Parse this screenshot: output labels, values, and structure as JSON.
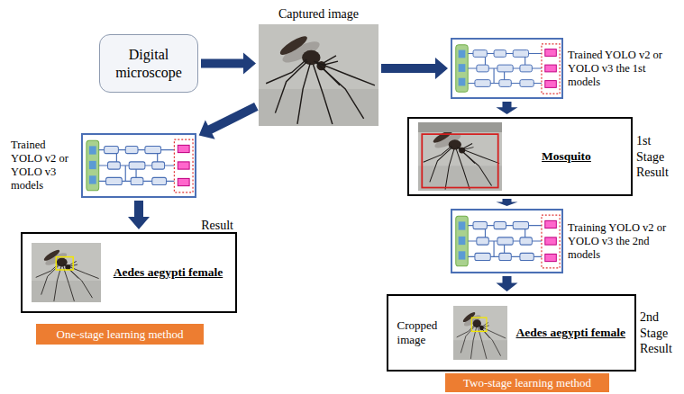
{
  "diagram": {
    "nodes": [
      {
        "text": [
          "Digital microscope"
        ]
      },
      {
        "text": [
          "Captured image"
        ]
      },
      {
        "text": [
          "Trained YOLO v2 or YOLO v3 the 1st models"
        ]
      },
      {
        "text": [
          "Trained YOLO v2 or YOLO v3 models"
        ]
      },
      {
        "text": [
          "Result",
          "Aedes aegypti female"
        ]
      },
      {
        "text": [
          "One-stage learning method"
        ]
      },
      {
        "text": [
          "Mosquito",
          "1st Stage Result"
        ]
      },
      {
        "text": [
          "Training YOLO v2 or YOLO v3 the 2nd models"
        ]
      },
      {
        "text": [
          "Cropped image",
          "Aedes aegypti female",
          "2nd Stage Result"
        ]
      },
      {
        "text": [
          "Two-stage learning method"
        ]
      }
    ],
    "edges": [
      {
        "from": 0,
        "to": 1,
        "arrow": "to"
      },
      {
        "from": 1,
        "to": 2,
        "arrow": "to"
      },
      {
        "from": 1,
        "to": 3,
        "arrow": "to"
      },
      {
        "from": 3,
        "to": 4,
        "arrow": "to"
      },
      {
        "from": 2,
        "to": 6,
        "arrow": "to"
      },
      {
        "from": 6,
        "to": 7,
        "arrow": "to"
      },
      {
        "from": 7,
        "to": 8,
        "arrow": "to"
      }
    ]
  }
}
